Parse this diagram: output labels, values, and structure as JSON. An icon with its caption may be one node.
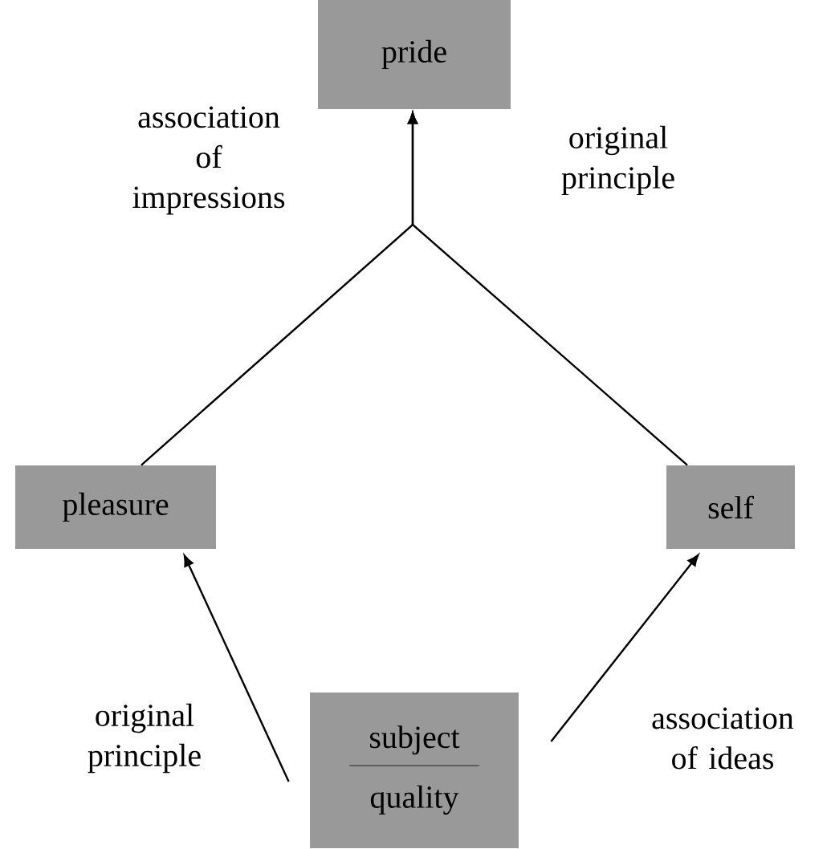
{
  "diagram": {
    "nodes": [
      {
        "text": [
          "pride"
        ]
      },
      {
        "text": [
          "pleasure"
        ]
      },
      {
        "text": [
          "self"
        ]
      },
      {
        "text": [
          "subject",
          "quality"
        ]
      }
    ],
    "edges": [
      {
        "from": 1,
        "to": 0,
        "arrow": "to",
        "label": "association of impressions"
      },
      {
        "from": 2,
        "to": 0,
        "arrow": "to",
        "label": "original principle"
      },
      {
        "from": 3,
        "to": 1,
        "arrow": "to",
        "label": "original principle"
      },
      {
        "from": 3,
        "to": 2,
        "arrow": "to",
        "label": "association of ideas"
      }
    ]
  }
}
